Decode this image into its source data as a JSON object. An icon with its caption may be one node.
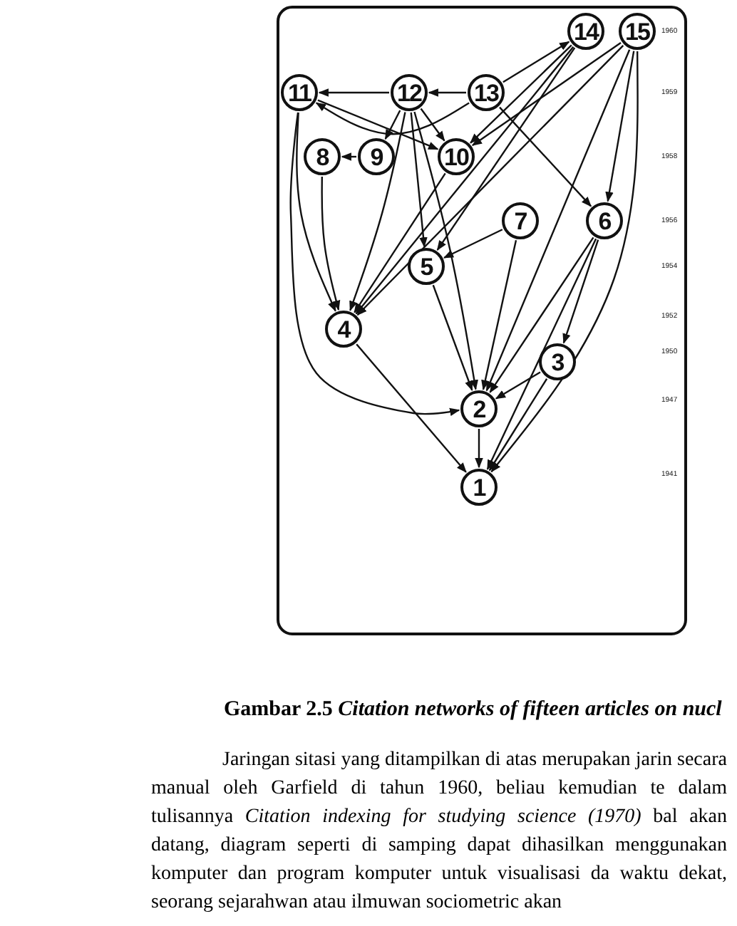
{
  "diagram": {
    "caption": "Gambar 2.5 *Citation networks of fifteen articles on nucl*",
    "nodes": [
      {
        "text": [
          "14"
        ]
      },
      {
        "text": [
          "15"
        ]
      },
      {
        "text": [
          "11"
        ]
      },
      {
        "text": [
          "12"
        ]
      },
      {
        "text": [
          "13"
        ]
      },
      {
        "text": [
          "8"
        ]
      },
      {
        "text": [
          "9"
        ]
      },
      {
        "text": [
          "10"
        ]
      },
      {
        "text": [
          "7"
        ]
      },
      {
        "text": [
          "6"
        ]
      },
      {
        "text": [
          "5"
        ]
      },
      {
        "text": [
          "4"
        ]
      },
      {
        "text": [
          "3"
        ]
      },
      {
        "text": [
          "2"
        ]
      },
      {
        "text": [
          "1"
        ]
      }
    ],
    "edges": [
      {
        "from": 4,
        "to": 2,
        "arrow": "to"
      },
      {
        "from": 3,
        "to": 2,
        "arrow": "to"
      },
      {
        "from": 4,
        "to": 3,
        "arrow": "to"
      },
      {
        "from": 4,
        "to": 0,
        "arrow": "to"
      },
      {
        "from": 4,
        "to": 9,
        "arrow": "to"
      },
      {
        "from": 2,
        "to": 7,
        "arrow": "to"
      },
      {
        "from": 3,
        "to": 6,
        "arrow": "to"
      },
      {
        "from": 3,
        "to": 7,
        "arrow": "to"
      },
      {
        "from": 3,
        "to": 10,
        "arrow": "to"
      },
      {
        "from": 3,
        "to": 11,
        "arrow": "to"
      },
      {
        "from": 3,
        "to": 13,
        "arrow": "to"
      },
      {
        "from": 6,
        "to": 5,
        "arrow": "to"
      },
      {
        "from": 2,
        "to": 11,
        "arrow": "to"
      },
      {
        "from": 2,
        "to": 13,
        "arrow": "to"
      },
      {
        "from": 5,
        "to": 11,
        "arrow": "to"
      },
      {
        "from": 7,
        "to": 11,
        "arrow": "to"
      },
      {
        "from": 0,
        "to": 7,
        "arrow": "to"
      },
      {
        "from": 0,
        "to": 10,
        "arrow": "to"
      },
      {
        "from": 0,
        "to": 11,
        "arrow": "to"
      },
      {
        "from": 1,
        "to": 7,
        "arrow": "to"
      },
      {
        "from": 1,
        "to": 11,
        "arrow": "to"
      },
      {
        "from": 1,
        "to": 13,
        "arrow": "to"
      },
      {
        "from": 1,
        "to": 9,
        "arrow": "to"
      },
      {
        "from": 1,
        "to": 14,
        "arrow": "to"
      },
      {
        "from": 8,
        "to": 10,
        "arrow": "to"
      },
      {
        "from": 8,
        "to": 13,
        "arrow": "to"
      },
      {
        "from": 9,
        "to": 12,
        "arrow": "to"
      },
      {
        "from": 9,
        "to": 13,
        "arrow": "to"
      },
      {
        "from": 9,
        "to": 14,
        "arrow": "to"
      },
      {
        "from": 10,
        "to": 13,
        "arrow": "to"
      },
      {
        "from": 11,
        "to": 14,
        "arrow": "to"
      },
      {
        "from": 12,
        "to": 13,
        "arrow": "to"
      },
      {
        "from": 12,
        "to": 14,
        "arrow": "to"
      },
      {
        "from": 13,
        "to": 14,
        "arrow": "to"
      }
    ],
    "labels": [
      "1960",
      "1959",
      "1958",
      "1956",
      "1954",
      "1952",
      "1950",
      "1947",
      "1941",
      "Jaringan sitasi yang ditampilkan di atas merupakan jarin secara manual oleh Garfield di tahun 1960, beliau kemudian te dalam tulisannya *Citation indexing for studying science (1970)* bal akan datang, diagram seperti di samping dapat dihasilkan menggunakan komputer dan program komputer untuk visualisasi da waktu dekat, seorang sejarahwan atau ilmuwan sociometric akan"
    ]
  }
}
